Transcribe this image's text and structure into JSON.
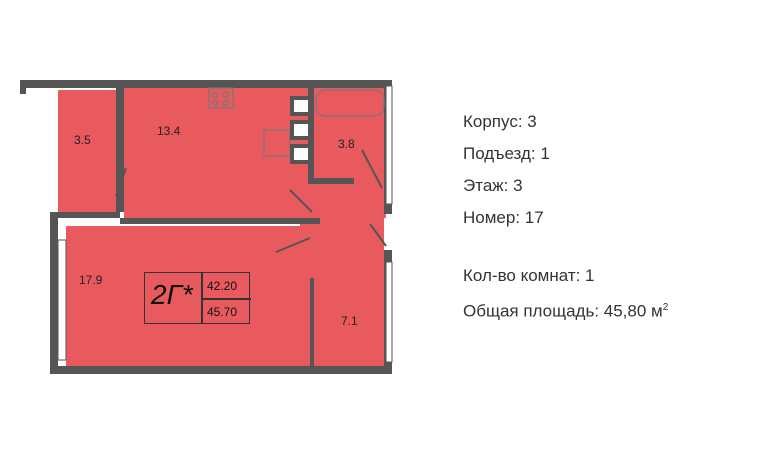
{
  "plan": {
    "rooms": [
      {
        "id": "balcony",
        "area": "3.5"
      },
      {
        "id": "kitchen",
        "area": "13.4"
      },
      {
        "id": "bathroom",
        "area": "3.8"
      },
      {
        "id": "living-room",
        "area": "17.9"
      },
      {
        "id": "hallway",
        "area": "7.1"
      }
    ],
    "code": "2Г*",
    "living_area": "42.20",
    "total_area_box": "45.70",
    "fill_color": "#e85a5e",
    "wall_color": "#555555"
  },
  "info": {
    "building": "Корпус: 3",
    "entrance": "Подъезд: 1",
    "floor": "Этаж: 3",
    "number": "Номер: 17",
    "rooms_count": "Кол-во комнат: 1",
    "total_area_label": "Общая площадь: 45,80 м",
    "total_area_sup": "2"
  }
}
